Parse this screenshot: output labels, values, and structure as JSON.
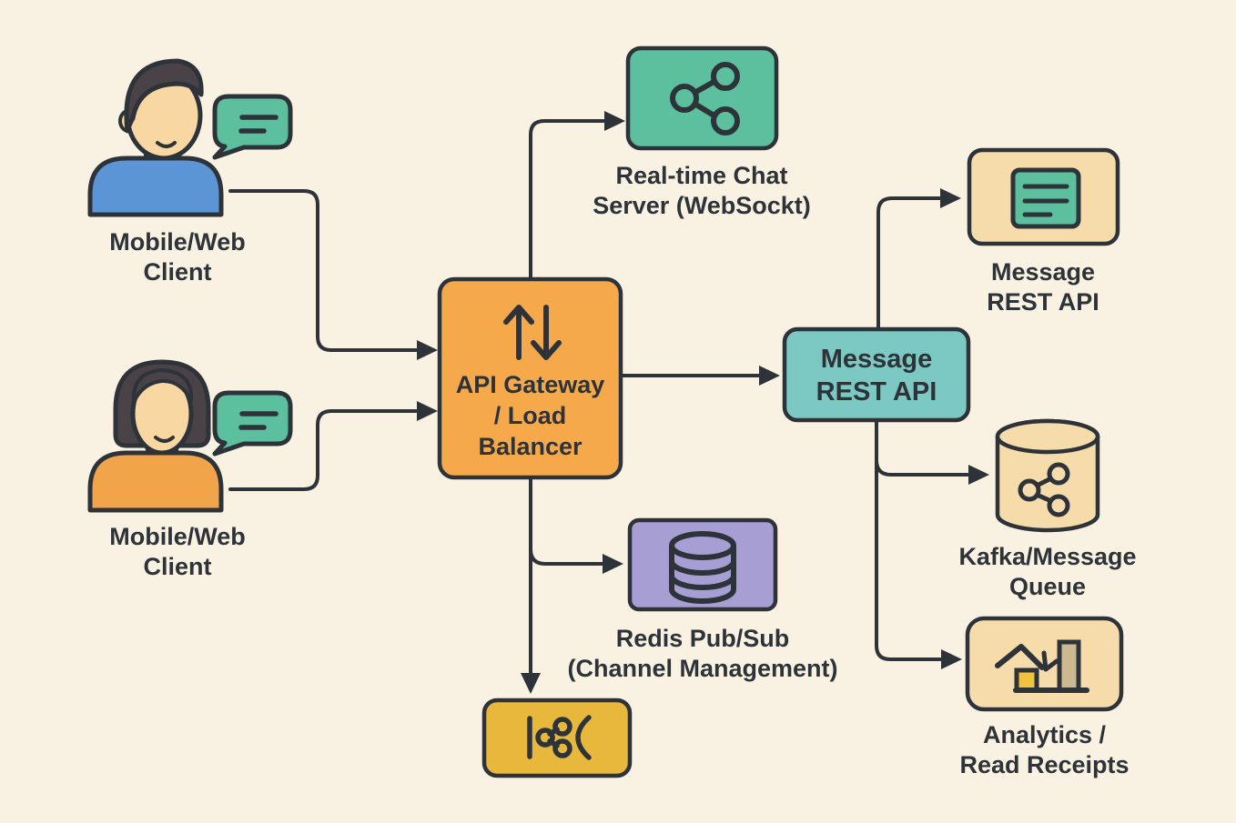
{
  "palette": {
    "background": "#f9f2e2",
    "ink": "#2d3339",
    "green": "#5cbf9e",
    "teal": "#7cc9c3",
    "orange": "#f5a94b",
    "tan": "#f6dcab",
    "purple": "#a79fd3",
    "yellow": "#e7b83c",
    "shirt_blue": "#5b95d6",
    "shirt_orange": "#f2a44a",
    "skin": "#f8d7a3",
    "hair": "#494247",
    "bar_yellow": "#f0c23e",
    "bar_tan": "#cdb990"
  },
  "nodes": {
    "client1": {
      "icon": "person-chat-bubble",
      "label_lines": [
        "Mobile/Web",
        "Client"
      ]
    },
    "client2": {
      "icon": "person-chat-bubble",
      "label_lines": [
        "Mobile/Web",
        "Client"
      ]
    },
    "gateway": {
      "icon": "up-down-arrows",
      "label_lines": [
        "API Gateway",
        "/ Load",
        "Balancer"
      ]
    },
    "chat_server": {
      "icon": "share-network",
      "label_lines": [
        "Real-time Chat",
        "Server (WebSockt)"
      ]
    },
    "message_api": {
      "label_lines": [
        "Message",
        "REST API"
      ]
    },
    "message_rest": {
      "icon": "message-lines",
      "label_lines": [
        "Message",
        "REST API"
      ]
    },
    "kafka_queue": {
      "icon": "cylinder-share",
      "label_lines": [
        "Kafka/Message",
        "Queue"
      ]
    },
    "analytics": {
      "icon": "bar-chart-trend",
      "label_lines": [
        "Analytics /",
        "Read Receipts"
      ]
    },
    "redis": {
      "icon": "database-stack",
      "label_lines": [
        "Redis Pub/Sub",
        "(Channel Management)"
      ]
    },
    "kafka_box": {
      "icon": "kafka-logo"
    }
  }
}
